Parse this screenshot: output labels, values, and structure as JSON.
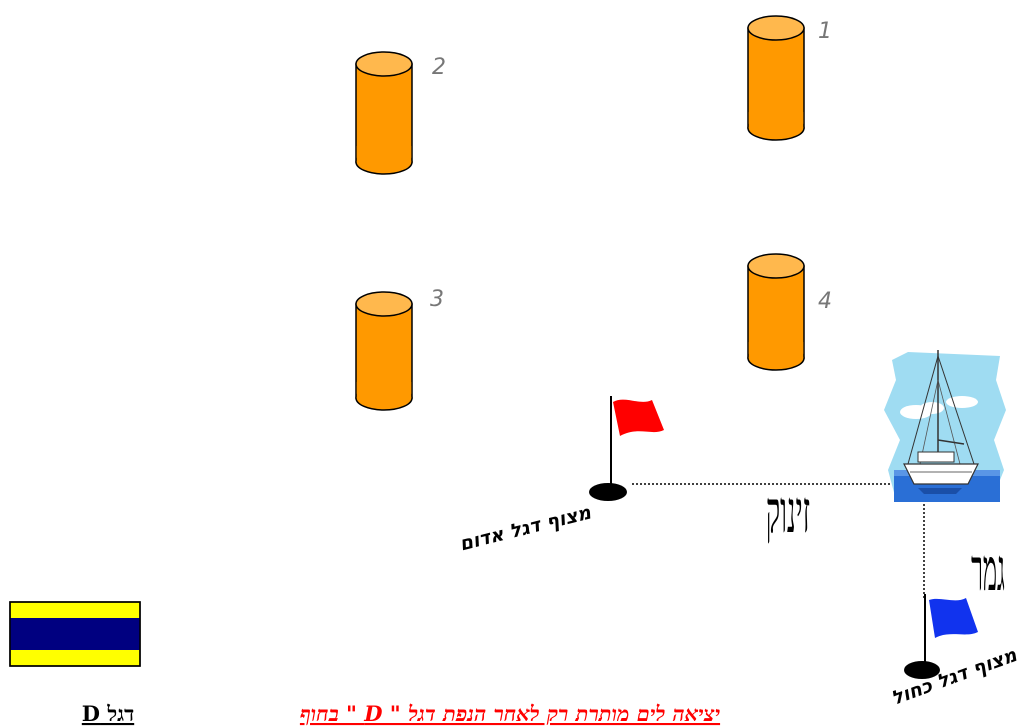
{
  "buoys": [
    {
      "number": "1"
    },
    {
      "number": "2"
    },
    {
      "number": "3"
    },
    {
      "number": "4"
    }
  ],
  "labels": {
    "red_flag_viewpoint": "מצוף דגל אדום",
    "blue_flag_viewpoint": "מצוף דגל כחול",
    "start": "זינוק",
    "finish": "גמר"
  },
  "footer": {
    "instruction": "יציאה לים מותרת רק לאחר הנפת דגל \" D \" בחוף",
    "flag_caption": "דגל D"
  },
  "colors": {
    "buoy_fill": "#ff9900",
    "red_flag": "#ff0000",
    "blue_flag": "#1133ee",
    "flag_d_yellow": "#ffff00",
    "flag_d_blue": "#000080",
    "sky": "#9fdcf2",
    "sea": "#2a6fd6"
  },
  "icons": {
    "boat": "sailboat-icon"
  }
}
